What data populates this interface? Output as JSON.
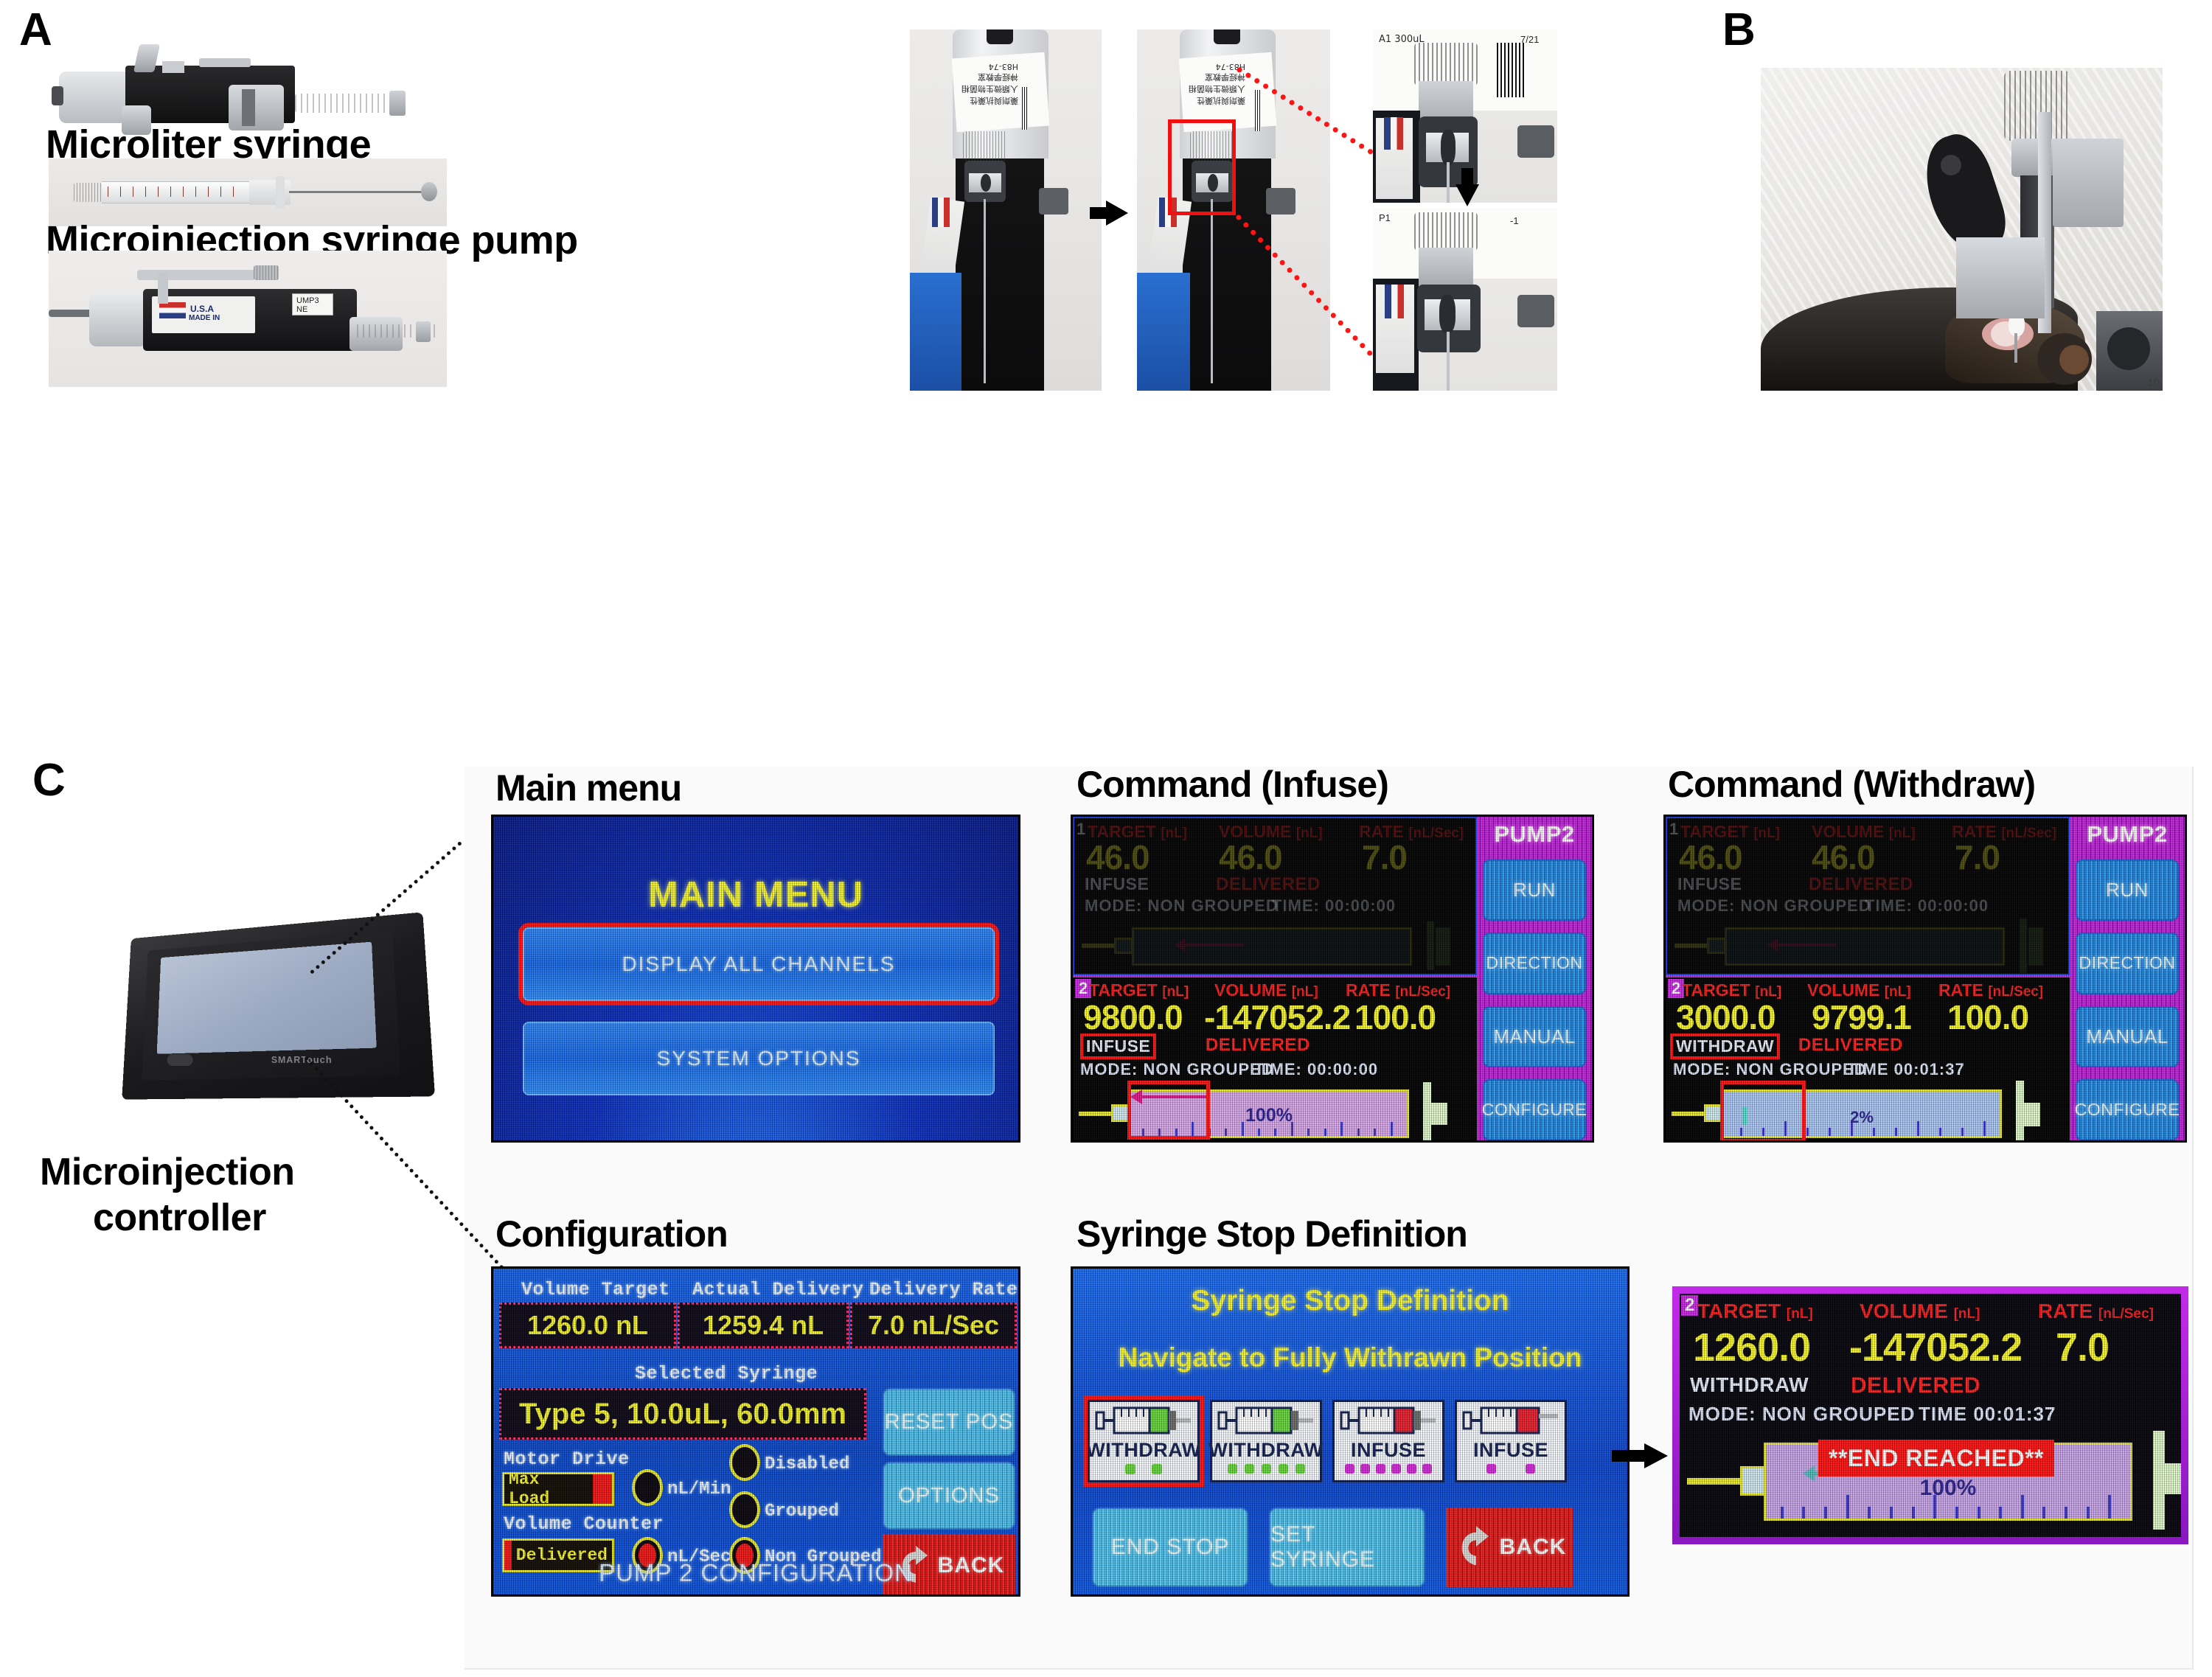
{
  "panels": {
    "a": "A",
    "b": "B",
    "c": "C"
  },
  "panel_a": {
    "caption_syringe": "Microliter syringe",
    "caption_pump": "Microinjection syringe pump"
  },
  "panel_c": {
    "device_caption_line1": "Microinjection",
    "device_caption_line2": "controller",
    "device_brand": "SMARTouch",
    "headings": {
      "main_menu": "Main menu",
      "command_infuse": "Command (Infuse)",
      "command_withdraw": "Command (Withdraw)",
      "configuration": "Configuration",
      "syringe_stop": "Syringe Stop Definition"
    }
  },
  "main_menu_screen": {
    "title": "MAIN MENU",
    "buttons": [
      {
        "label": "DISPLAY ALL CHANNELS",
        "highlighted": true
      },
      {
        "label": "SYSTEM OPTIONS",
        "highlighted": false
      }
    ]
  },
  "command_infuse_screen": {
    "pump_label": "PUMP2",
    "sidebar_buttons": [
      "RUN",
      "DIRECTION",
      "MANUAL",
      "CONFIGURE"
    ],
    "channel_1": {
      "number": "1",
      "headers": {
        "target": "TARGET",
        "target_unit": "[nL]",
        "volume": "VOLUME",
        "volume_unit": "[nL]",
        "rate": "RATE",
        "rate_unit": "[nL/Sec]"
      },
      "target": "46.0",
      "volume": "46.0",
      "rate": "7.0",
      "direction": "INFUSE",
      "delivered": "DELIVERED",
      "mode": "MODE: NON GROUPED",
      "time": "TIME: 00:00:00",
      "percent": ""
    },
    "channel_2": {
      "number": "2",
      "headers": {
        "target": "TARGET",
        "target_unit": "[nL]",
        "volume": "VOLUME",
        "volume_unit": "[nL]",
        "rate": "RATE",
        "rate_unit": "[nL/Sec]"
      },
      "target": "9800.0",
      "volume": "-147052.2",
      "rate": "100.0",
      "direction": "INFUSE",
      "delivered": "DELIVERED",
      "mode": "MODE: NON GROUPED",
      "time": "TIME: 00:00:00",
      "percent": "100%",
      "direction_highlighted": true
    }
  },
  "command_withdraw_screen": {
    "pump_label": "PUMP2",
    "sidebar_buttons": [
      "RUN",
      "DIRECTION",
      "MANUAL",
      "CONFIGURE"
    ],
    "channel_1": {
      "number": "1",
      "target": "46.0",
      "volume": "46.0",
      "rate": "7.0",
      "direction": "INFUSE",
      "delivered": "DELIVERED",
      "mode": "MODE: NON GROUPED",
      "time": "TIME: 00:00:00"
    },
    "channel_2": {
      "number": "2",
      "headers": {
        "target": "TARGET",
        "target_unit": "[nL]",
        "volume": "VOLUME",
        "volume_unit": "[nL]",
        "rate": "RATE",
        "rate_unit": "[nL/Sec]"
      },
      "target": "3000.0",
      "volume": "9799.1",
      "rate": "100.0",
      "direction": "WITHDRAW",
      "delivered": "DELIVERED",
      "mode": "MODE: NON GROUPED",
      "time": "TIME 00:01:37",
      "percent": "2%",
      "direction_highlighted": true
    }
  },
  "configuration_screen": {
    "labels": {
      "volume_target": "Volume Target",
      "actual_delivery": "Actual Delivery",
      "delivery_rate": "Delivery Rate",
      "selected_syringe": "Selected Syringe",
      "motor_drive": "Motor Drive",
      "volume_counter": "Volume Counter"
    },
    "values": {
      "volume_target": "1260.0 nL",
      "actual_delivery": "1259.4 nL",
      "delivery_rate": "7.0 nL/Sec",
      "selected_syringe": "Type 5, 10.0uL, 60.0mm"
    },
    "toggles": [
      {
        "name": "Max Load",
        "on": true
      },
      {
        "name": "Delivered",
        "on": true
      }
    ],
    "radios": [
      {
        "label": "nL/Min",
        "selected": false
      },
      {
        "label": "nL/Sec",
        "selected": true
      },
      {
        "label": "Disabled",
        "selected": false
      },
      {
        "label": "Grouped",
        "selected": false
      },
      {
        "label": "Non Grouped",
        "selected": true
      }
    ],
    "buttons": [
      {
        "label": "RESET POS"
      },
      {
        "label": "OPTIONS"
      },
      {
        "label": "BACK"
      }
    ],
    "footer": "PUMP 2 CONFIGURATION"
  },
  "syringe_stop_screen": {
    "title": "Syringe Stop Definition",
    "subtitle": "Navigate to Fully Withrawn Position",
    "cards": [
      {
        "label": "WITHDRAW",
        "selected": true,
        "fill": "green",
        "dots": 2
      },
      {
        "label": "WITHDRAW",
        "selected": false,
        "fill": "green",
        "dots": 5
      },
      {
        "label": "INFUSE",
        "selected": false,
        "fill": "red",
        "dots": 6
      },
      {
        "label": "INFUSE",
        "selected": false,
        "fill": "red",
        "dots": 2
      }
    ],
    "buttons": [
      "END STOP",
      "SET SYRINGE",
      "BACK"
    ]
  },
  "end_reached_screen": {
    "channel_number": "2",
    "headers": {
      "target": "TARGET",
      "target_unit": "[nL]",
      "volume": "VOLUME",
      "volume_unit": "[nL]",
      "rate": "RATE",
      "rate_unit": "[nL/Sec]"
    },
    "target": "1260.0",
    "volume": "-147052.2",
    "rate": "7.0",
    "direction": "WITHDRAW",
    "delivered": "DELIVERED",
    "mode": "MODE: NON GROUPED",
    "time": "TIME 00:01:37",
    "percent": "100%",
    "badge": "**END REACHED**"
  },
  "colors": {
    "accent_red": "#ff1111",
    "lcd_yellow": "#f6f62a",
    "lcd_blue": "#0b2fc0",
    "magenta": "#c828e0"
  }
}
